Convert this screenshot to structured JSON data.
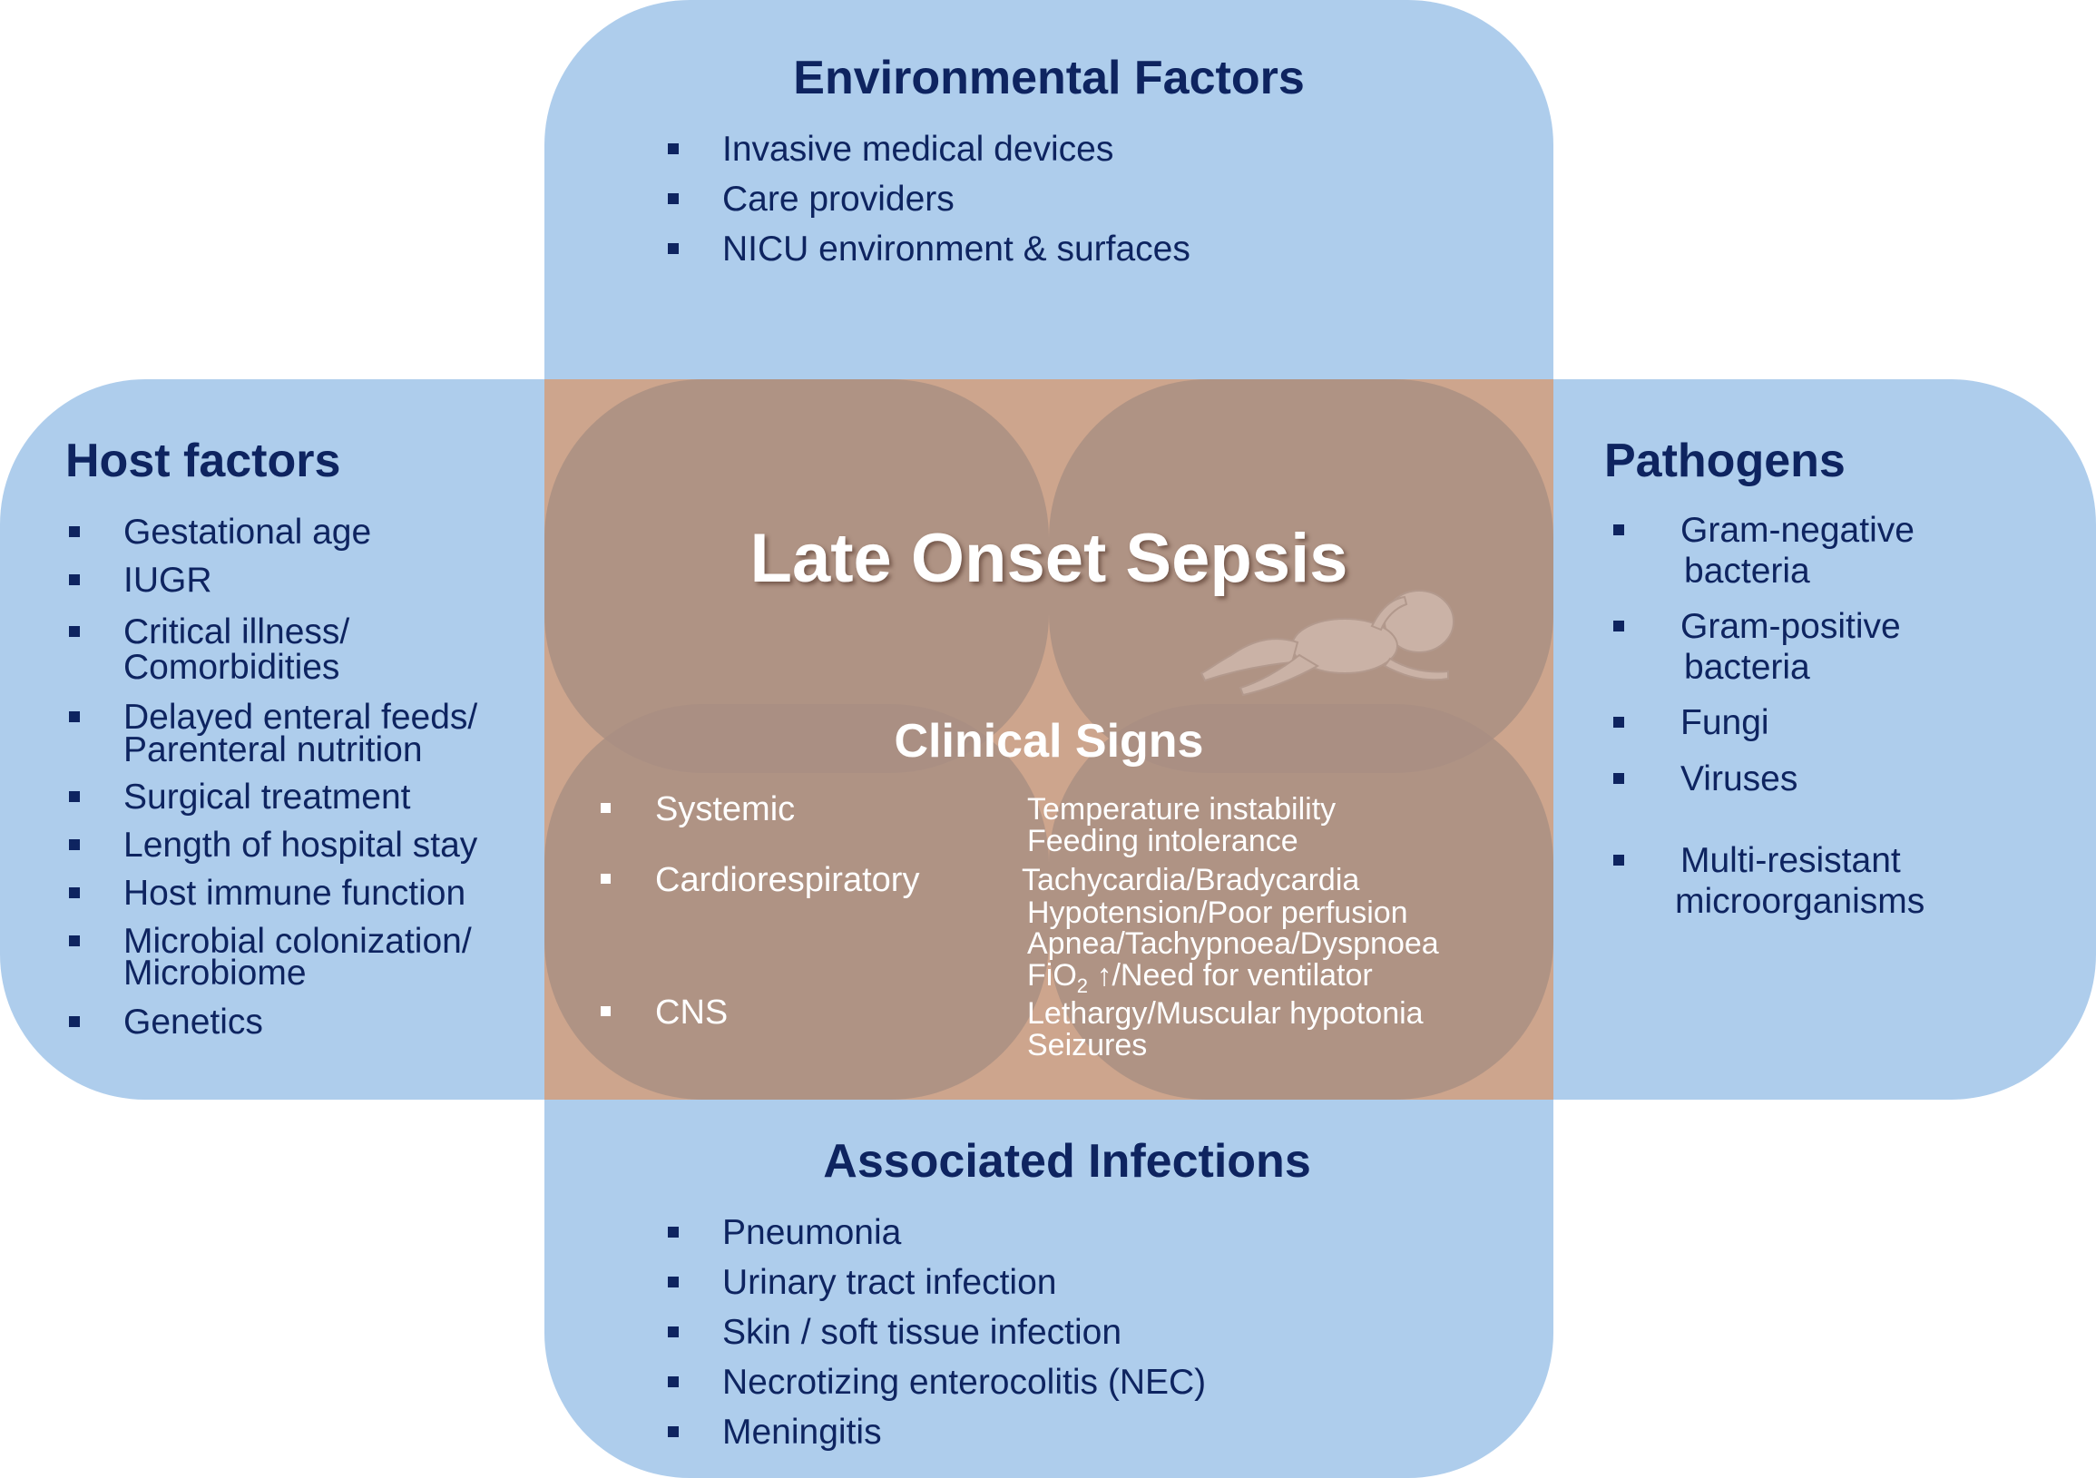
{
  "environmental": {
    "title": "Environmental Factors",
    "items": [
      "Invasive medical devices",
      "Care providers",
      "NICU environment & surfaces"
    ]
  },
  "host": {
    "title": "Host factors",
    "items": [
      [
        "Gestational age"
      ],
      [
        "IUGR"
      ],
      [
        "Critical illness/",
        "Comorbidities"
      ],
      [
        "Delayed enteral feeds/",
        "Parenteral nutrition"
      ],
      [
        "Surgical treatment"
      ],
      [
        "Length of hospital stay"
      ],
      [
        "Host immune function"
      ],
      [
        "Microbial colonization/",
        "Microbiome"
      ],
      [
        "Genetics"
      ]
    ]
  },
  "pathogens": {
    "title": "Pathogens",
    "items": [
      [
        "Gram-negative",
        "bacteria"
      ],
      [
        "Gram-positive",
        "bacteria"
      ],
      [
        "Fungi"
      ],
      [
        "Viruses"
      ],
      [
        "Multi-resistant",
        "microorganisms"
      ]
    ]
  },
  "associated": {
    "title": "Associated Infections",
    "items": [
      "Pneumonia",
      "Urinary tract infection",
      "Skin / soft tissue infection",
      "Necrotizing enterocolitis (NEC)",
      "Meningitis"
    ]
  },
  "center": {
    "title": "Late Onset Sepsis",
    "clinical_title": "Clinical Signs",
    "categories": [
      "Systemic",
      "Cardiorespiratory",
      "CNS"
    ],
    "signs": {
      "systemic": [
        "Temperature instability",
        "Feeding intolerance"
      ],
      "cardio": [
        "Tachycardia/Bradycardia",
        "Hypotension/Poor perfusion",
        "Apnea/Tachypnoea/Dyspnoea"
      ],
      "fio2": {
        "prefix": "FiO",
        "sub": "2",
        "suffix": " ↑/Need for ventilator"
      },
      "cns": [
        "Lethargy/Muscular hypotonia",
        "Seizures"
      ]
    }
  },
  "colors": {
    "blue_lobe": "#8cb8e4",
    "text_dark": "#0e2460",
    "center_brown": "#a88f83",
    "center_cross": "#cda58d"
  },
  "icons": {
    "infant": "infant-illustration-icon"
  }
}
